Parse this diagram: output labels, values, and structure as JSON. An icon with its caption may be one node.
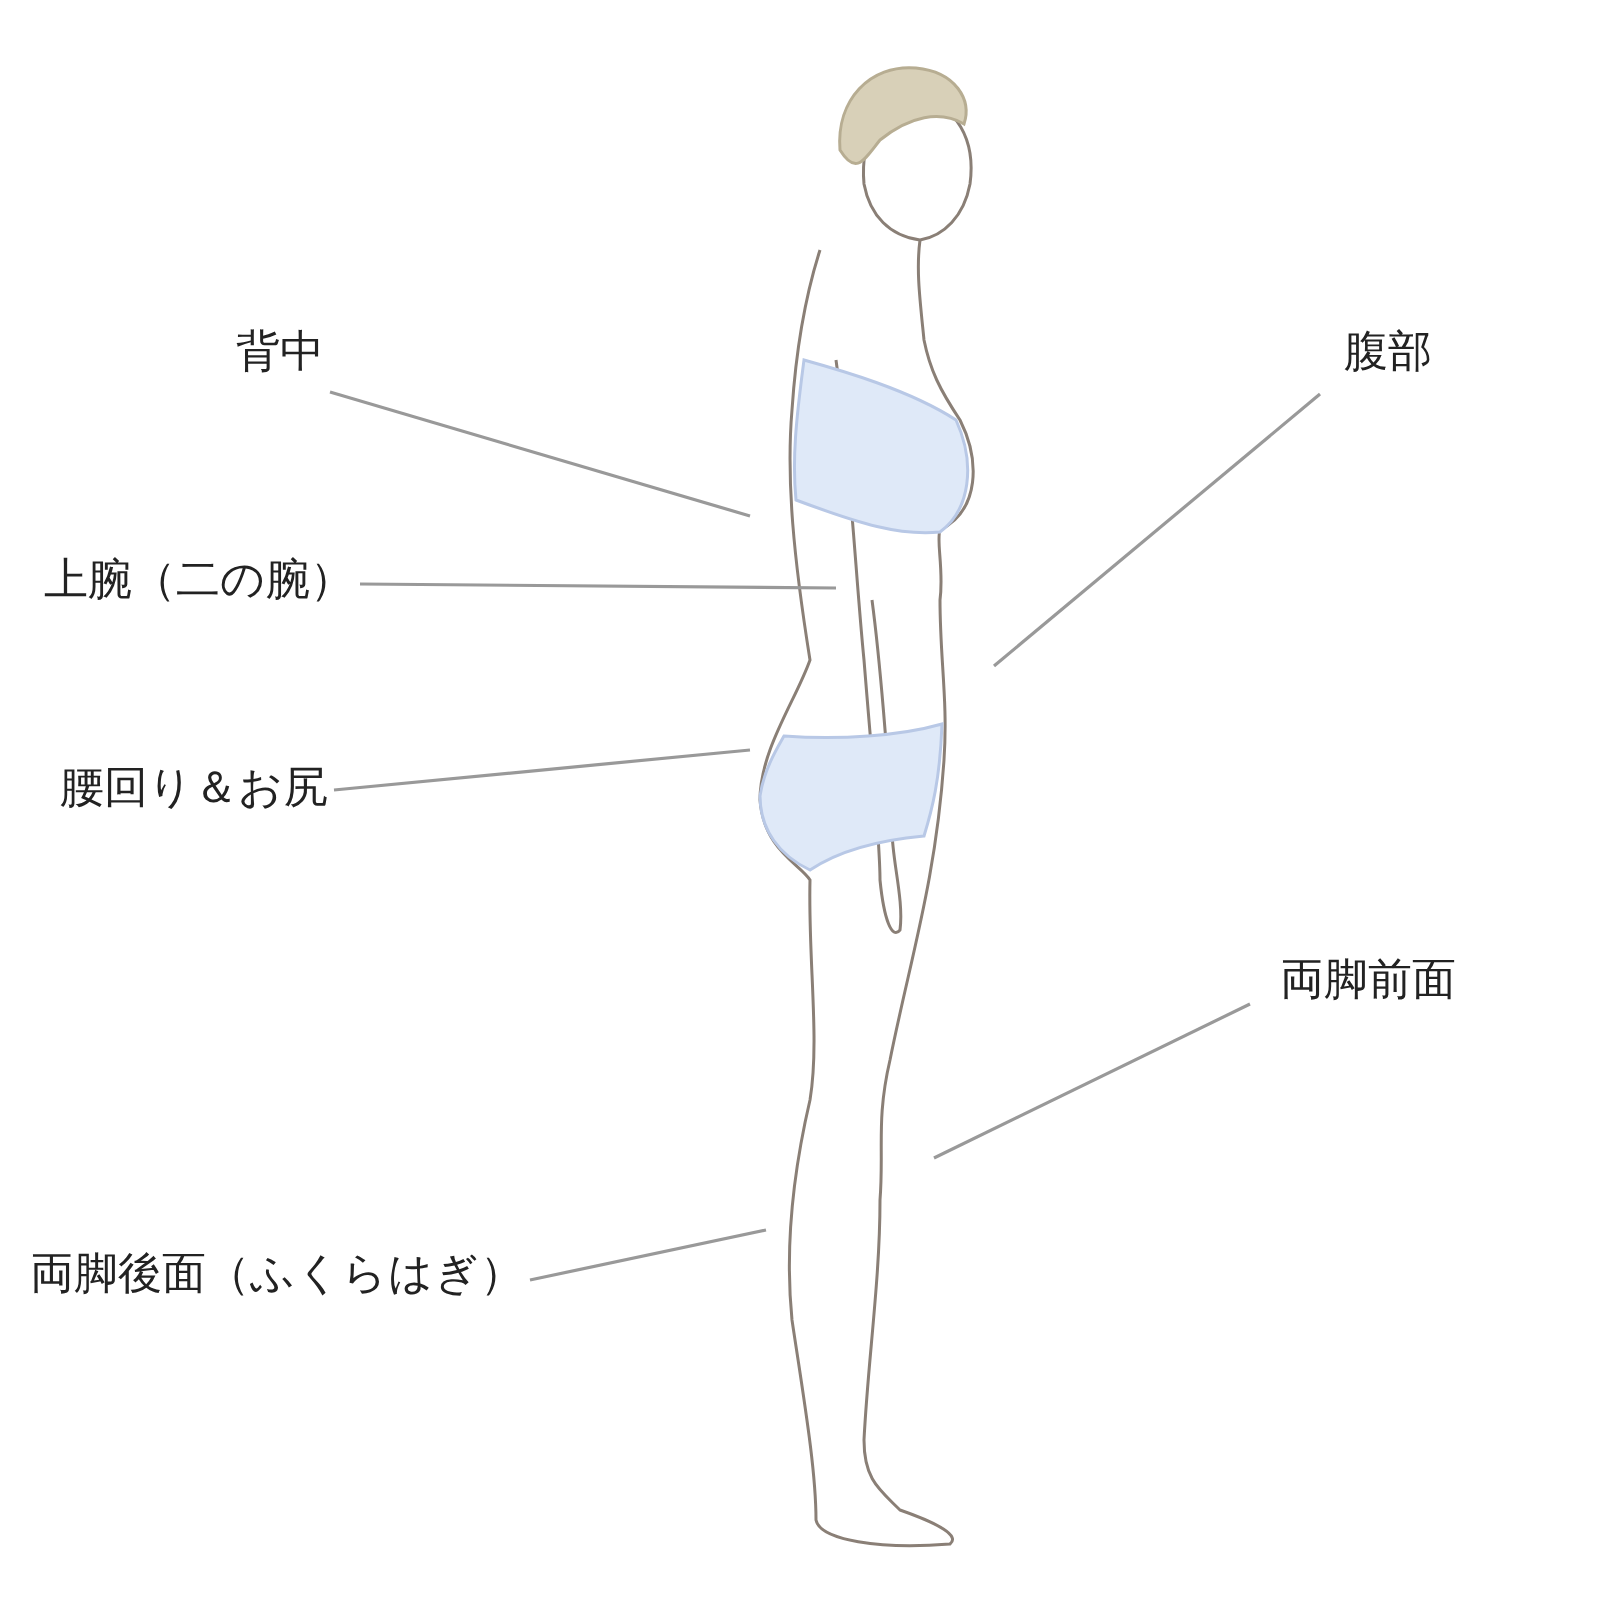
{
  "diagram": {
    "nodes": [
      {
        "text": [
          "背中"
        ]
      },
      {
        "text": [
          "上腕（二の腕）"
        ]
      },
      {
        "text": [
          "腰回り＆お尻"
        ]
      },
      {
        "text": [
          "腹部"
        ]
      },
      {
        "text": [
          "両脚前面"
        ]
      },
      {
        "text": [
          "両脚後面（ふくらはぎ）"
        ]
      },
      {
        "text": [],
        "shape": "picture"
      }
    ],
    "edges": [
      {
        "from": 0,
        "to": 6,
        "arrow": "none"
      },
      {
        "from": 1,
        "to": 6,
        "arrow": "none"
      },
      {
        "from": 2,
        "to": 6,
        "arrow": "none"
      },
      {
        "from": 3,
        "to": 6,
        "arrow": "none"
      },
      {
        "from": 4,
        "to": 6,
        "arrow": "none"
      },
      {
        "from": 5,
        "to": 6,
        "arrow": "none"
      }
    ]
  }
}
